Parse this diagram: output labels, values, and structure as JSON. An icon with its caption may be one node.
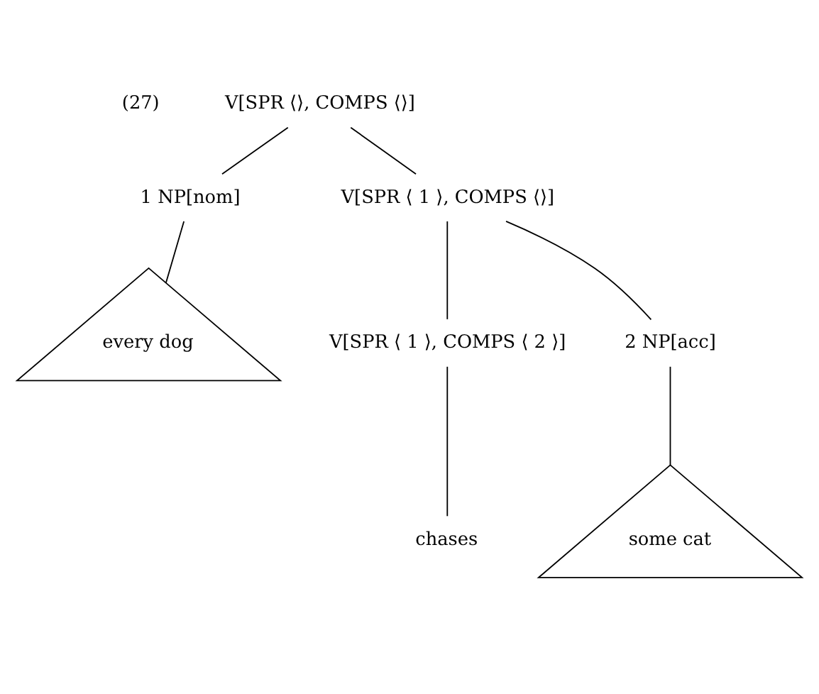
{
  "diagram": {
    "nodes": [
      {
        "text": [
          "V[SPR ⟨⟩, COMPS ⟨⟩]"
        ]
      },
      {
        "text": [
          "1 NP[nom]"
        ]
      },
      {
        "text": [
          "V[SPR ⟨ 1 ⟩, COMPS ⟨⟩]"
        ]
      },
      {
        "text": [
          "V[SPR ⟨ 1 ⟩, COMPS ⟨ 2 ⟩]"
        ]
      },
      {
        "text": [
          "2 NP[acc]"
        ]
      },
      {
        "text": [
          "every dog"
        ]
      },
      {
        "text": [
          "chases"
        ]
      },
      {
        "text": [
          "some cat"
        ]
      }
    ],
    "edges": [
      {
        "from": 0,
        "to": 1,
        "arrow": "none"
      },
      {
        "from": 0,
        "to": 2,
        "arrow": "none"
      },
      {
        "from": 2,
        "to": 3,
        "arrow": "none"
      },
      {
        "from": 2,
        "to": 4,
        "arrow": "none"
      },
      {
        "from": 1,
        "to": 5,
        "arrow": "none"
      },
      {
        "from": 3,
        "to": 6,
        "arrow": "none"
      },
      {
        "from": 4,
        "to": 7,
        "arrow": "none"
      }
    ],
    "labels": [
      "(27)"
    ]
  }
}
